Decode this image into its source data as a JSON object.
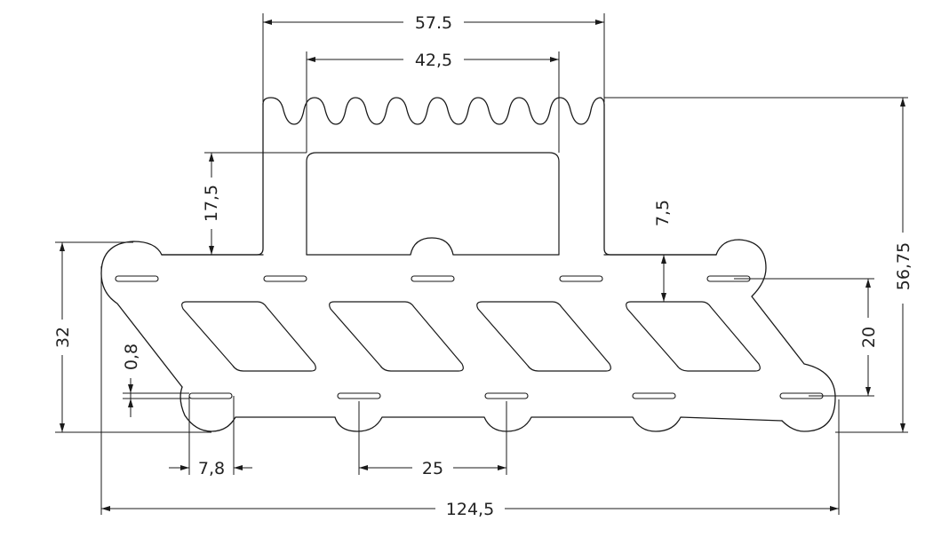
{
  "dimensions": {
    "top_width": "57.5",
    "opening_width": "42,5",
    "total_height": "56,75",
    "neck_height": "17,5",
    "web_thickness": "7,5",
    "left_height": "32",
    "right_span": "20",
    "slot_width": "0,8",
    "foot_width": "7,8",
    "pitch": "25",
    "total_width": "124,5"
  }
}
